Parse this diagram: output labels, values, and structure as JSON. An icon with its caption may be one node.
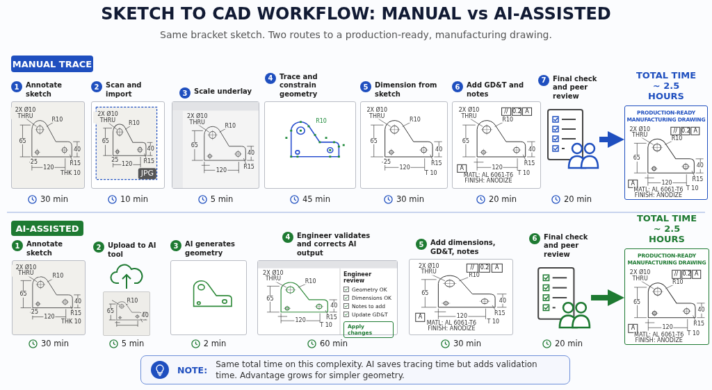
{
  "diagram": {
    "title": "SKETCH TO CAD WORKFLOW: MANUAL vs AI-ASSISTED",
    "caption": "Same bracket sketch. Two routes to a production-ready, manufacturing drawing.",
    "nodes": [
      {
        "text": [
          "MANUAL TRACE"
        ]
      },
      {
        "text": [
          "1",
          "Annotate sketch",
          "2X Ø10 THRU",
          "R10",
          "65",
          "40",
          "25",
          "120",
          "R15",
          "THK 10"
        ],
        "beside": [
          "30 min"
        ]
      },
      {
        "text": [
          "2",
          "Scan and import",
          "2X Ø10 THRU",
          "R10",
          "65",
          "40",
          "25",
          "120",
          "R15",
          "JPG"
        ],
        "beside": [
          "10 min"
        ]
      },
      {
        "text": [
          "3",
          "Scale underlay",
          "2X Ø10 THRU",
          "R10",
          "65",
          "40",
          "120",
          "R15"
        ],
        "beside": [
          "5 min"
        ]
      },
      {
        "text": [
          "4",
          "Trace and constrain geometry",
          "R10"
        ],
        "beside": [
          "45 min"
        ]
      },
      {
        "text": [
          "5",
          "Dimension from sketch",
          "2X Ø10 THRU",
          "R10",
          "65",
          "40",
          "25",
          "120",
          "R15",
          "T 10"
        ],
        "beside": [
          "30 min"
        ]
      },
      {
        "text": [
          "6",
          "Add GD&T and notes",
          "2X Ø10 THRU",
          "//",
          "0.2",
          "A",
          "R10",
          "65",
          "40",
          "120",
          "R15",
          "T 10",
          "A",
          "MATL: AL 6061-T6",
          "FINISH: ANODIZE"
        ],
        "beside": [
          "20 min"
        ]
      },
      {
        "text": [
          "7",
          "Final check and peer review"
        ],
        "beside": [
          "20 min"
        ]
      },
      {
        "text": [
          "TOTAL TIME ~ 2.5 HOURS",
          "PRODUCTION-READY MANUFACTURING DRAWING",
          "2X Ø10 THRU",
          "//",
          "0.2",
          "A",
          "R10",
          "65",
          "40",
          "120",
          "R15",
          "T 10",
          "A",
          "MATL: AL 6061-T6",
          "FINISH: ANODIZE"
        ]
      },
      {
        "text": [
          "AI-ASSISTED"
        ]
      },
      {
        "text": [
          "1",
          "Annotate sketch",
          "2X Ø10 THRU",
          "R10",
          "65",
          "40",
          "25",
          "120",
          "R15",
          "THK 10"
        ],
        "beside": [
          "30 min"
        ]
      },
      {
        "text": [
          "2",
          "Upload to AI tool",
          "R10",
          "65",
          "40"
        ],
        "beside": [
          "5 min"
        ]
      },
      {
        "text": [
          "3",
          "AI generates geometry"
        ],
        "beside": [
          "2 min"
        ]
      },
      {
        "text": [
          "4",
          "Engineer validates and corrects AI output",
          "2X Ø10 THRU",
          "R10",
          "65",
          "40",
          "120",
          "R15",
          "T 10",
          "Engineer review",
          "Geometry OK",
          "Dimensions OK",
          "Notes to add",
          "Update GD&T",
          "Apply changes"
        ],
        "beside": [
          "60 min"
        ]
      },
      {
        "text": [
          "5",
          "Add dimensions, GD&T, notes",
          "2X Ø10 THRU",
          "//",
          "0.2",
          "A",
          "R10",
          "65",
          "40",
          "120",
          "R15",
          "T 10",
          "A",
          "MATL: AL 6061-T6",
          "FINISH: ANODIZE"
        ],
        "beside": [
          "30 min"
        ]
      },
      {
        "text": [
          "6",
          "Final check and peer review"
        ],
        "beside": [
          "20 min"
        ]
      },
      {
        "text": [
          "TOTAL TIME ~ 2.5 HOURS",
          "PRODUCTION-READY MANUFACTURING DRAWING",
          "2X Ø10 THRU",
          "//",
          "0.2",
          "A",
          "R10",
          "65",
          "40",
          "120",
          "R15",
          "T 10",
          "A",
          "MATL: AL 6061-T6",
          "FINISH: ANODIZE"
        ]
      },
      {
        "text": [
          "NOTE:",
          "Same total time on this complexity. AI saves tracing time but adds validation time. Advantage grows for simpler geometry."
        ]
      }
    ],
    "edges": [
      {
        "from": 7,
        "to": 8,
        "arrow": "to",
        "color": "#1f4fbf"
      },
      {
        "from": 15,
        "to": 16,
        "arrow": "to",
        "color": "#1e7a32"
      }
    ]
  }
}
